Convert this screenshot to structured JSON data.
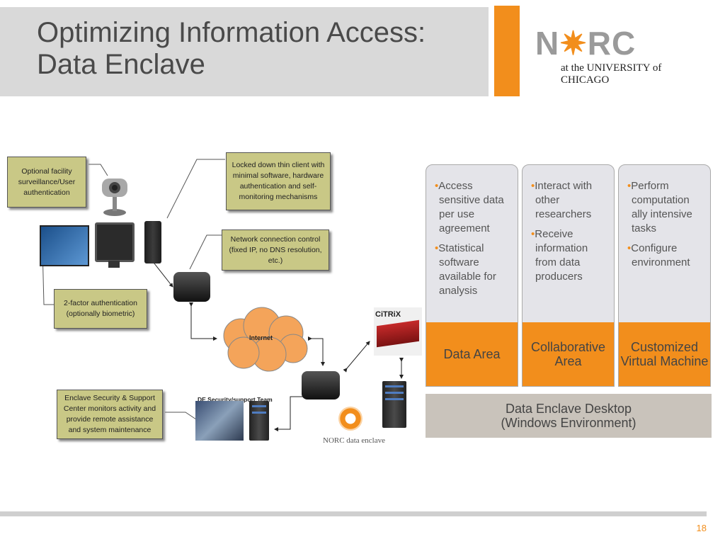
{
  "header": {
    "title_line1": "Optimizing Information Access:",
    "title_line2": "Data Enclave",
    "logo_main_prefix": "N",
    "logo_main_suffix": "RC",
    "logo_sub": "at the UNIVERSITY of CHICAGO"
  },
  "diagram": {
    "callouts": {
      "facility": "Optional facility surveillance/User authentication",
      "thin_client": "Locked down thin client with minimal software, hardware authentication and self-monitoring mechanisms",
      "network": "Network connection control (fixed IP, no DNS resolution, etc.)",
      "two_factor": "2-factor authentication (optionally biometric)",
      "support": "Enclave Security & Support Center monitors activity and provide remote assistance and system maintenance"
    },
    "internet_label": "Internet",
    "team_label": "DE Security/support  Team",
    "citrix_label": "CiTRiX",
    "enclave_logo": "NORC data enclave"
  },
  "columns": [
    {
      "bullets": [
        "Access sensitive data per use agreement",
        "Statistical software available for analysis"
      ],
      "footer": "Data Area"
    },
    {
      "bullets": [
        "Interact with other researchers",
        "Receive information from data producers"
      ],
      "footer": "Collaborative Area"
    },
    {
      "bullets": [
        "Perform computation ally intensive tasks",
        "Configure environment"
      ],
      "footer": "Customized Virtual Machine"
    }
  ],
  "desktop": {
    "line1": "Data Enclave Desktop",
    "line2": "(Windows Environment)"
  },
  "page_number": "18",
  "colors": {
    "accent": "#f28e1c",
    "callout": "#c9c886",
    "title_band": "#d9d9d9",
    "column": "#e4e4e9",
    "desktop": "#c9c3bb"
  }
}
